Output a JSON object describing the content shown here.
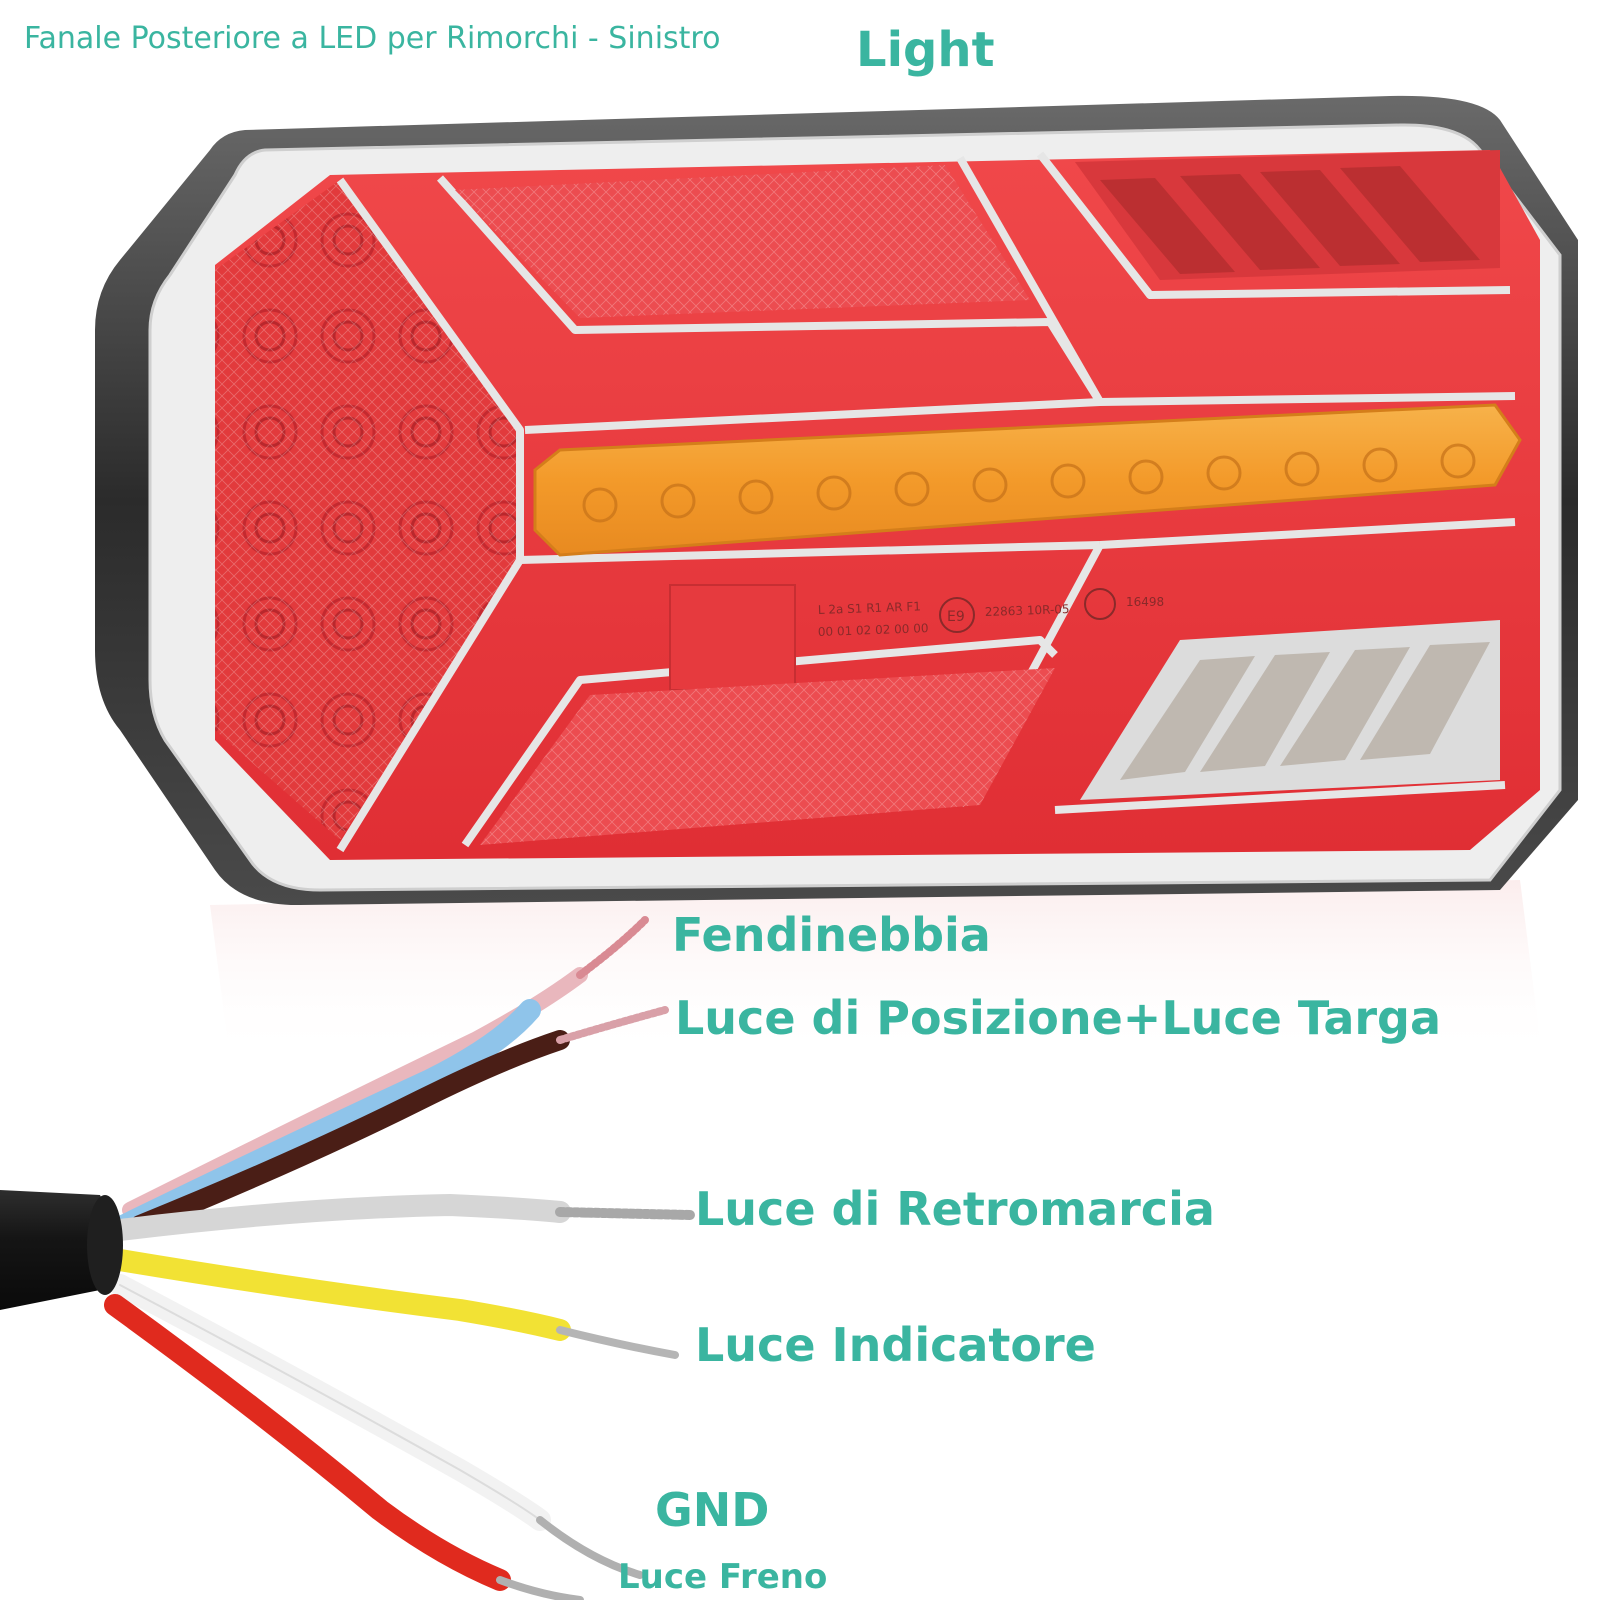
{
  "header": {
    "title": "Fanale Posteriore a LED per Rimorchi - Sinistro",
    "subtitle": "Light"
  },
  "lamp": {
    "marking_line1": "L 2a S1 R1 AR F1",
    "marking_line2": "00 01 02 02 00 00",
    "e_mark": "E9",
    "approval_1": "22863 10R-05",
    "approval_2": "16498"
  },
  "wires": {
    "fog": "Fendinebbia",
    "position_plate": "Luce di Posizione+Luce Targa",
    "reverse": "Luce di Retromarcia",
    "indicator": "Luce Indicatore",
    "ground": "GND",
    "brake": "Luce Freno"
  },
  "colors": {
    "label_teal": "#3ab5a0",
    "lens_red": "#e8333a",
    "lens_amber": "#f5a030",
    "wire_pink": "#e8a0a8",
    "wire_blue": "#8ec4ea",
    "wire_brown": "#4a1e16",
    "wire_grey": "#d6d6d6",
    "wire_yellow": "#f2e234",
    "wire_white": "#f5f5f5",
    "wire_red": "#e02a1e",
    "cable_black": "#151515"
  }
}
